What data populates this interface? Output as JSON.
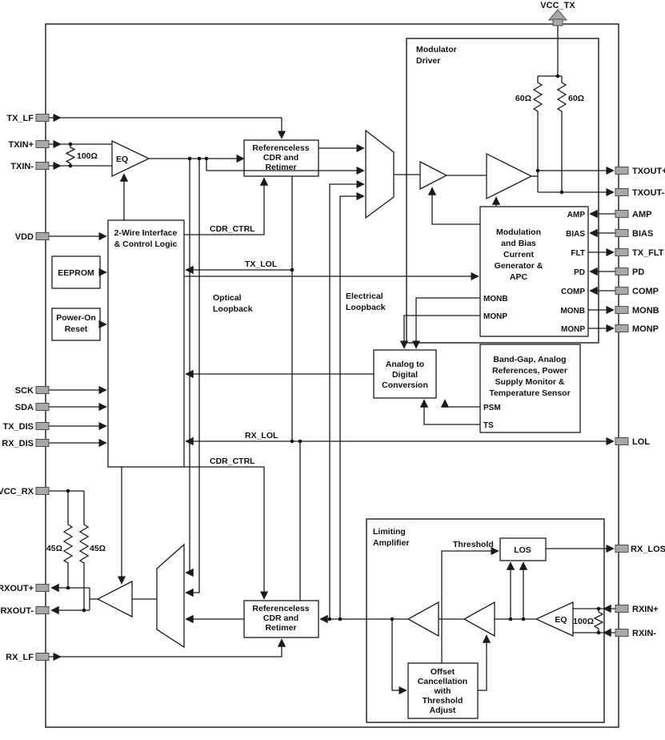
{
  "pins": {
    "vcc_tx": "VCC_TX",
    "tx_lf": "TX_LF",
    "txin_p": "TXIN+",
    "txin_n": "TXIN-",
    "vdd": "VDD",
    "sck": "SCK",
    "sda": "SDA",
    "tx_dis": "TX_DIS",
    "rx_dis": "RX_DIS",
    "vcc_rx": "VCC_RX",
    "rxout_p": "RXOUT+",
    "rxout_n": "RXOUT-",
    "rx_lf": "RX_LF",
    "txout_p": "TXOUT+",
    "txout_n": "TXOUT-",
    "amp": "AMP",
    "bias": "BIAS",
    "tx_flt": "TX_FLT",
    "pd": "PD",
    "comp": "COMP",
    "monb": "MONB",
    "monp": "MONP",
    "lol": "LOL",
    "rx_los": "RX_LOS",
    "rxin_p": "RXIN+",
    "rxin_n": "RXIN-"
  },
  "blocks": {
    "tx_cdr": {
      "l1": "Referenceless",
      "l2": "CDR and",
      "l3": "Retimer"
    },
    "rx_cdr": {
      "l1": "Referenceless",
      "l2": "CDR and",
      "l3": "Retimer"
    },
    "two_wire": {
      "l1": "2-Wire Interface",
      "l2": "& Control Logic"
    },
    "eeprom": {
      "l1": "EEPROM"
    },
    "por": {
      "l1": "Power-On",
      "l2": "Reset"
    },
    "mod_driver": {
      "l1": "Modulator",
      "l2": "Driver"
    },
    "mod_bias": {
      "l1": "Modulation",
      "l2": "and Bias",
      "l3": "Current",
      "l4": "Generator &",
      "l5": "APC"
    },
    "bandgap": {
      "l1": "Band-Gap, Analog",
      "l2": "References, Power",
      "l3": "Supply Monitor &",
      "l4": "Temperature Sensor"
    },
    "adc": {
      "l1": "Analog to",
      "l2": "Digital",
      "l3": "Conversion"
    },
    "lim_amp": {
      "l1": "Limiting",
      "l2": "Amplifier"
    },
    "los": {
      "l1": "LOS"
    },
    "offset": {
      "l1": "Offset",
      "l2": "Cancellation",
      "l3": "with",
      "l4": "Threshold",
      "l5": "Adjust"
    },
    "eq_tx": "EQ",
    "eq_rx": "EQ"
  },
  "inner_pins": {
    "amp": "AMP",
    "bias": "BIAS",
    "flt": "FLT",
    "pd": "PD",
    "comp": "COMP",
    "monb_r": "MONB",
    "monp_r": "MONP",
    "monb_l": "MONB",
    "monp_l": "MONP",
    "psm": "PSM",
    "ts": "TS"
  },
  "signals": {
    "cdr_ctrl_tx": "CDR_CTRL",
    "tx_lol": "TX_LOL",
    "rx_lol": "RX_LOL",
    "cdr_ctrl_rx": "CDR_CTRL",
    "optical_l1": "Optical",
    "optical_l2": "Loopback",
    "electrical_l1": "Electrical",
    "electrical_l2": "Loopback",
    "threshold": "Threshold"
  },
  "resistors": {
    "r100_tx": "100Ω",
    "r100_rx": "100Ω",
    "r60_a": "60Ω",
    "r60_b": "60Ω",
    "r45_a": "45Ω",
    "r45_b": "45Ω"
  },
  "colors": {
    "wire": "#1a1a1a",
    "pad_fill": "#a8a8a8",
    "pad_stroke": "#4d4d4d",
    "background": "#ffffff"
  }
}
